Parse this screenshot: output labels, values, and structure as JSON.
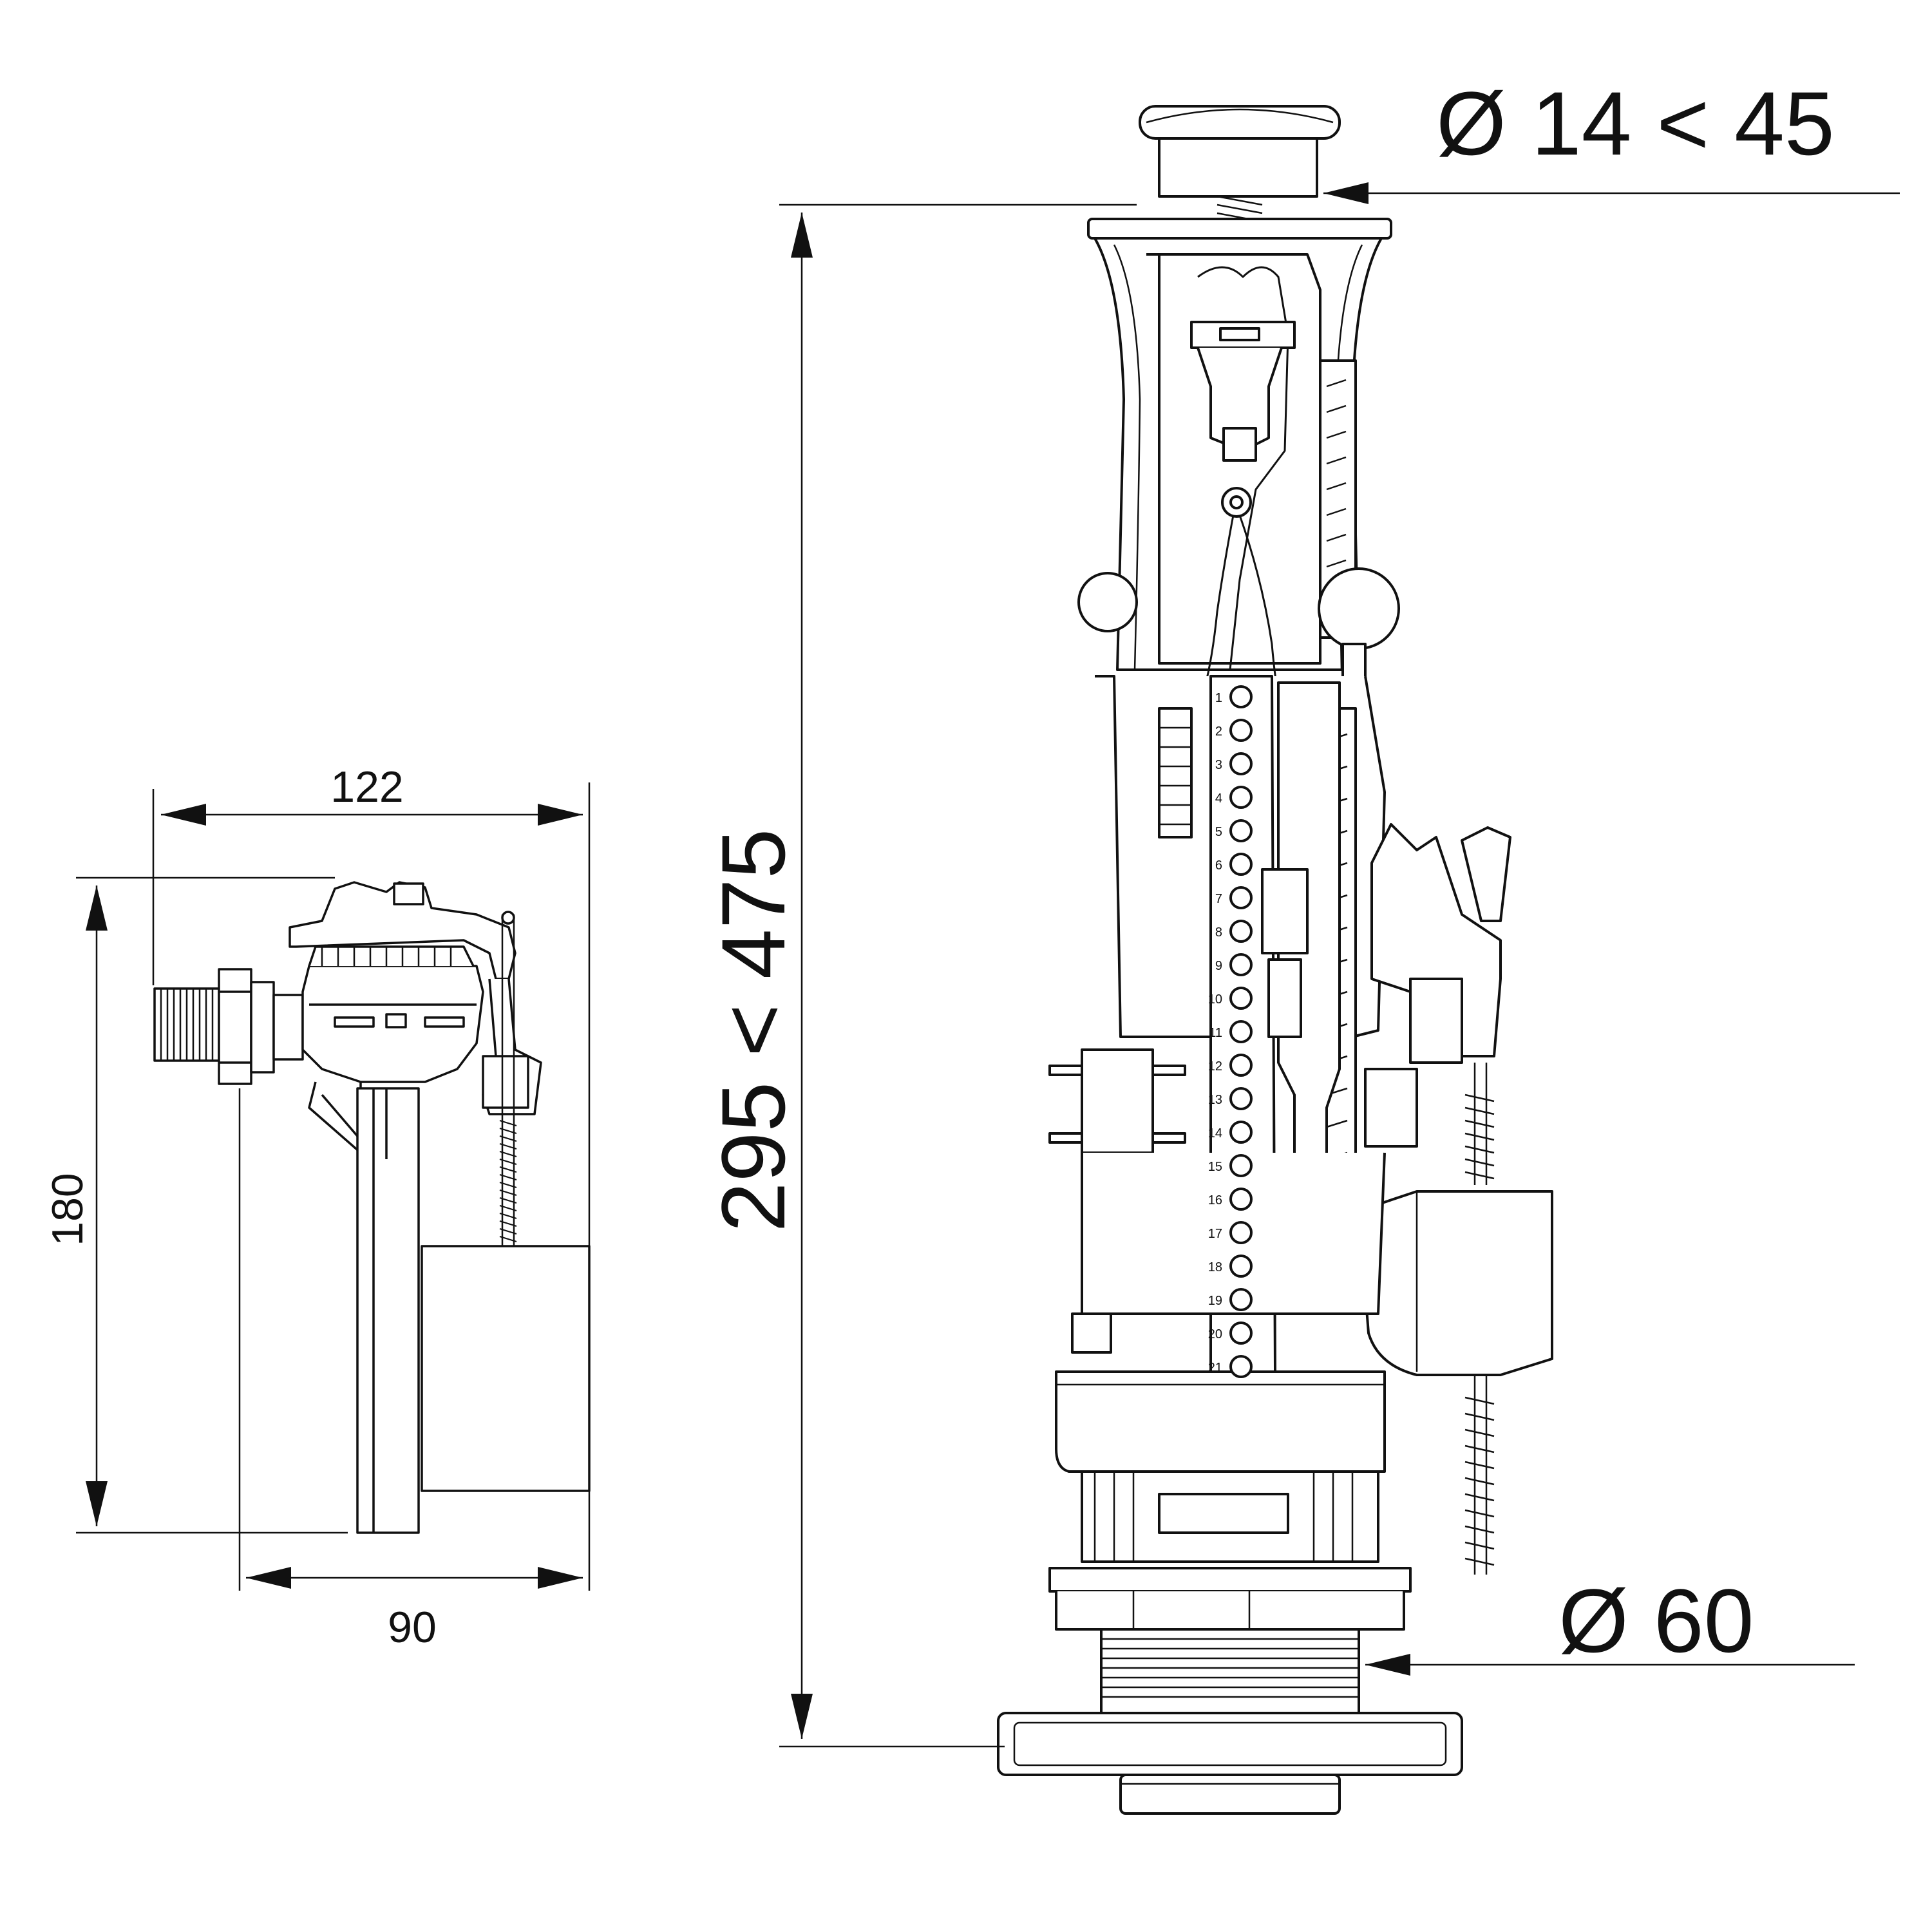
{
  "dimensions": {
    "fill_valve_width": "122",
    "fill_valve_height": "180",
    "fill_valve_base_width": "90",
    "flush_valve_height": "295 < 475",
    "button_diameter": "Ø 14 < 45",
    "outlet_diameter": "Ø 60"
  },
  "scale_marks": [
    "1",
    "2",
    "3",
    "4",
    "5",
    "6",
    "7",
    "8",
    "9",
    "10",
    "11",
    "12",
    "13",
    "14",
    "15",
    "16",
    "17",
    "18",
    "19",
    "20",
    "21"
  ],
  "colors": {
    "line": "#111111",
    "background": "#ffffff"
  }
}
